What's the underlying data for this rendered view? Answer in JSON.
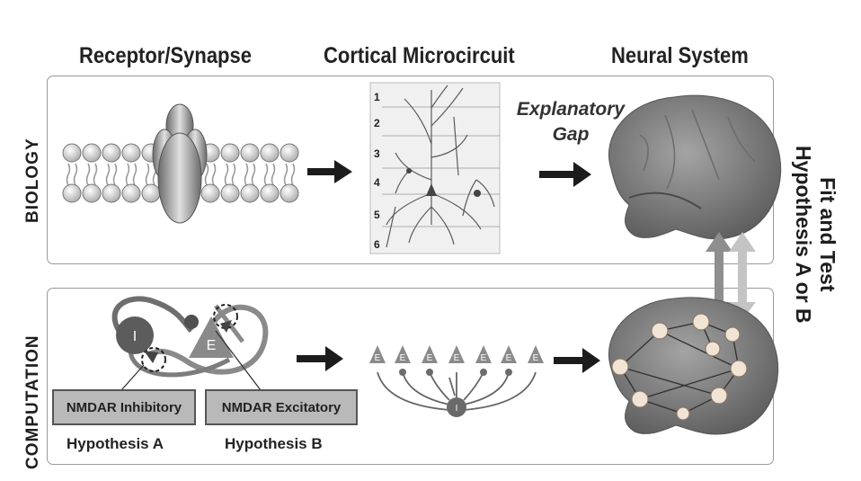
{
  "headers": {
    "receptor": "Receptor/Synapse",
    "microcircuit": "Cortical Microcircuit",
    "system": "Neural System"
  },
  "rows": {
    "biology": "BIOLOGY",
    "computation": "COMPUTATION"
  },
  "gap": {
    "line1": "Explanatory",
    "line2": "Gap"
  },
  "layers": [
    "1",
    "2",
    "3",
    "4",
    "5",
    "6"
  ],
  "cells": {
    "excitatory": "E",
    "inhibitory": "I"
  },
  "boxes": {
    "inhibitory": "NMDAR Inhibitory",
    "excitatory": "NMDAR Excitatory"
  },
  "hypotheses": {
    "a": "Hypothesis A",
    "b": "Hypothesis B"
  },
  "side": {
    "line1": "Fit and Test",
    "line2": "Hypothesis A or B"
  }
}
